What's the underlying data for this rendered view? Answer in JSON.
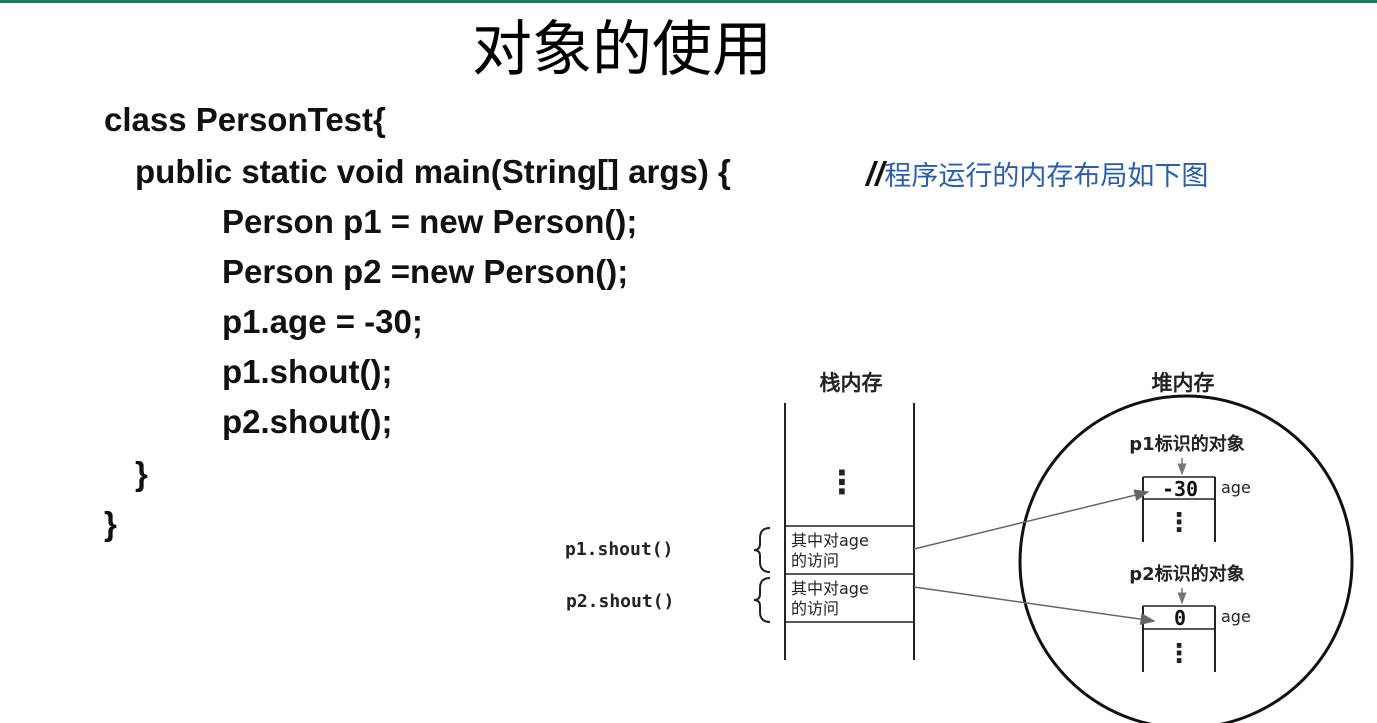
{
  "title": "对象的使用",
  "code_lines": [
    "class PersonTest{",
    "public static void main(String[] args) {",
    "Person p1 = new Person();",
    "Person p2 =new Person();",
    "p1.age = -30;",
    "p1.shout();",
    "p2.shout();",
    "}",
    "}"
  ],
  "comment": {
    "slashes": "//",
    "text": "程序运行的内存布局如下图"
  },
  "diagram": {
    "stack_label": "栈内存",
    "heap_label": "堆内存",
    "ellipsis": "⋮",
    "calls": [
      {
        "label": "p1.shout()",
        "frame_line1": "其中对age",
        "frame_line2": "的访问"
      },
      {
        "label": "p2.shout()",
        "frame_line1": "其中对age",
        "frame_line2": "的访问"
      }
    ],
    "objects": [
      {
        "label": "p1标识的对象",
        "value": "-30",
        "field": "age"
      },
      {
        "label": "p2标识的对象",
        "value": "0",
        "field": "age"
      }
    ]
  },
  "colors": {
    "accent_bar": "#1f7a5c",
    "comment_text": "#2a5db0"
  }
}
